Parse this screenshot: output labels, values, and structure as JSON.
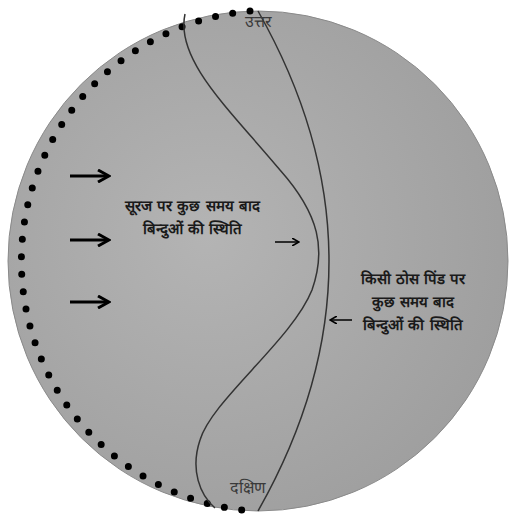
{
  "diagram": {
    "labels": [
      "उत्तर",
      "सूरज पर कुछ समय बाद बिन्दुओं की स्थिति",
      "किसी ठोस पिंड पर कुछ समय बाद बिन्दुओं की स्थिति",
      "दक्षिण"
    ]
  }
}
